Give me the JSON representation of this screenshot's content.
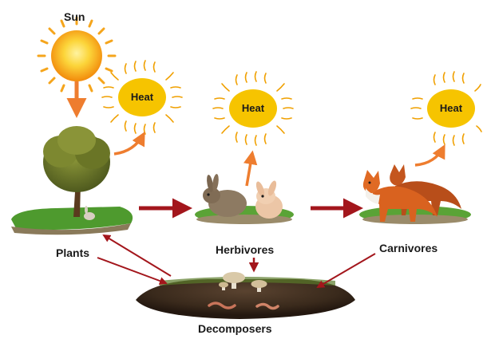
{
  "labels": {
    "sun": "Sun",
    "plants": "Plants",
    "herbivores": "Herbivores",
    "carnivores": "Carnivores",
    "decomposers": "Decomposers"
  },
  "heat": [
    "Heat",
    "Heat",
    "Heat"
  ],
  "colors": {
    "sun_core": "#f9b20f",
    "heat_fill": "#f6c400",
    "heat_ray": "#f0a000",
    "energy_arrow": "#ee7d2f",
    "flow_arrow": "#a3161c",
    "grass": "#4e9a2e",
    "soil": "#3b2a1c"
  },
  "icons": [
    "sun-icon",
    "heat-sun-icon",
    "tree-icon",
    "rabbit-icon",
    "fox-icon",
    "mushroom-icon",
    "worm-icon"
  ]
}
